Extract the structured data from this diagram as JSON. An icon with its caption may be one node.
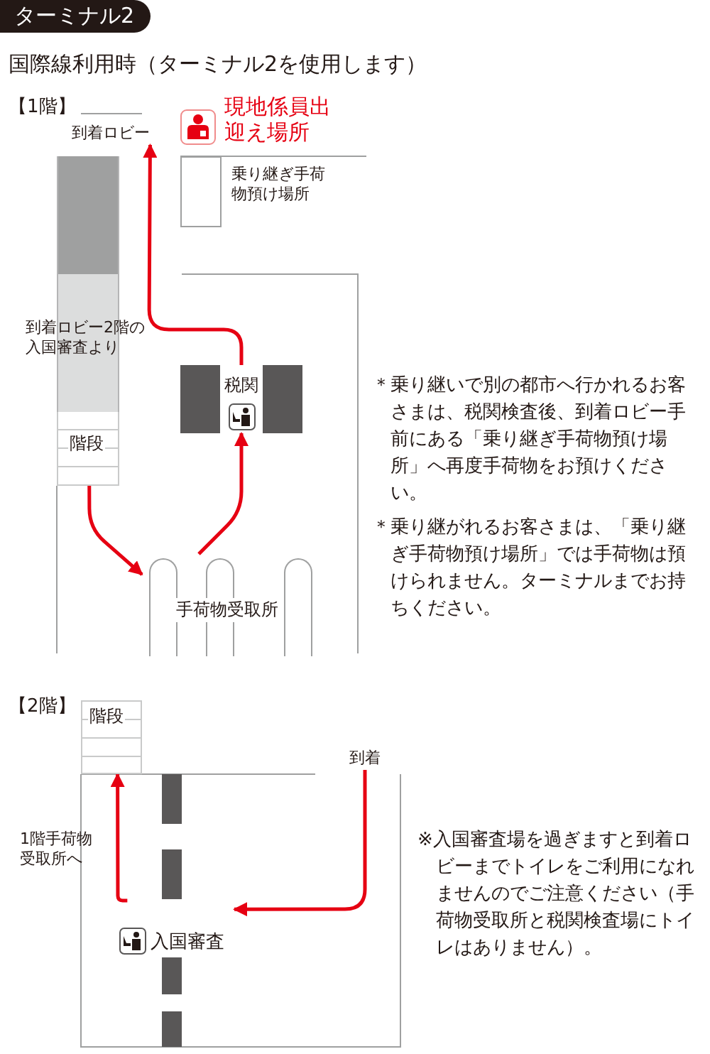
{
  "diagram": {
    "title": "国際線利用時（ターミナル2を使用します）",
    "nodes": [
      {
        "text": [
          "ターミナル2"
        ]
      },
      {
        "text": [
          "到着ロビー"
        ]
      },
      {
        "text": [],
        "shape": "box",
        "beside": [
          "乗り継ぎ手荷物預け場所"
        ]
      },
      {
        "text": [
          "到着ロビー2階の入国審査より"
        ]
      },
      {
        "text": [
          "税関"
        ]
      },
      {
        "text": [
          "階段"
        ]
      },
      {
        "text": [
          "手荷物受取所"
        ]
      },
      {
        "text": [
          "階段"
        ]
      },
      {
        "text": [
          "到着"
        ]
      },
      {
        "text": [
          "入国審査"
        ]
      }
    ],
    "edges": [
      {
        "from": 5,
        "to": 6,
        "arrow": "to"
      },
      {
        "from": 6,
        "to": 4,
        "arrow": "to"
      },
      {
        "from": 4,
        "to": 1,
        "arrow": "to"
      },
      {
        "from": 8,
        "to": 9,
        "arrow": "to"
      },
      {
        "from": 9,
        "to": 7,
        "arrow": "to"
      }
    ],
    "labels": [
      "【1階】",
      "現地係員出迎え場所",
      "＊乗り継いで別の都市へ行かれるお客さまは、税関検査後、到着ロビー手前にある「乗り継ぎ手荷物預け場所」へ再度手荷物をお預けください。",
      "＊乗り継がれるお客さまは、「乗り継ぎ手荷物預け場所」では手荷物は預けられません。ターミナルまでお持ちください。",
      "【2階】",
      "1階手荷物受取所へ",
      "※入国審査場を過ぎますと到着ロビーまでトイレをご利用になれませんのでご注意ください（手荷物受取所と税関検査場にトイレはありません）。"
    ]
  }
}
